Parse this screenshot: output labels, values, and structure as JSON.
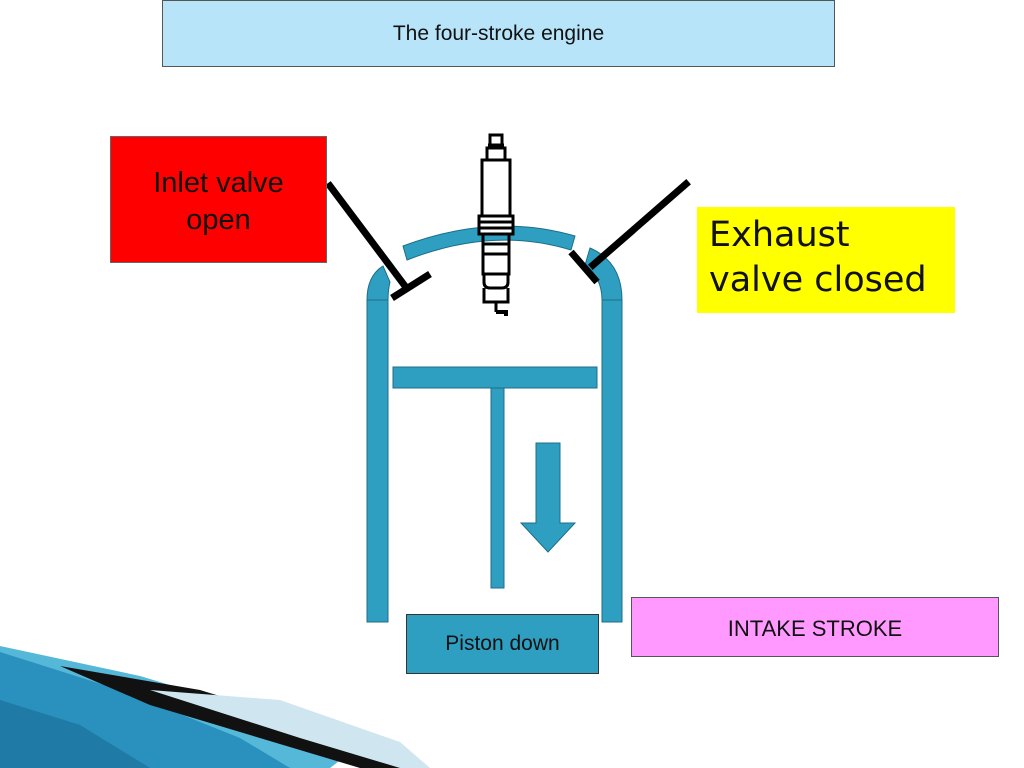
{
  "slide": {
    "title": "The four-stroke engine",
    "inlet_label": {
      "line1": "Inlet valve",
      "line2": "open"
    },
    "exhaust_label": {
      "line1": "Exhaust",
      "line2": "valve closed"
    },
    "stroke_label": "INTAKE STROKE",
    "piston_label": "Piston down"
  },
  "colors": {
    "title_bg": "#b8e4f9",
    "inlet_bg": "#ff0000",
    "exhaust_bg": "#ffff00",
    "stroke_bg": "#ff99ff",
    "engine_blue": "#2e9fc1",
    "valve_black": "#000000"
  },
  "icons": {
    "spark_plug": "spark-plug-icon",
    "piston_direction": "down-arrow-icon"
  }
}
